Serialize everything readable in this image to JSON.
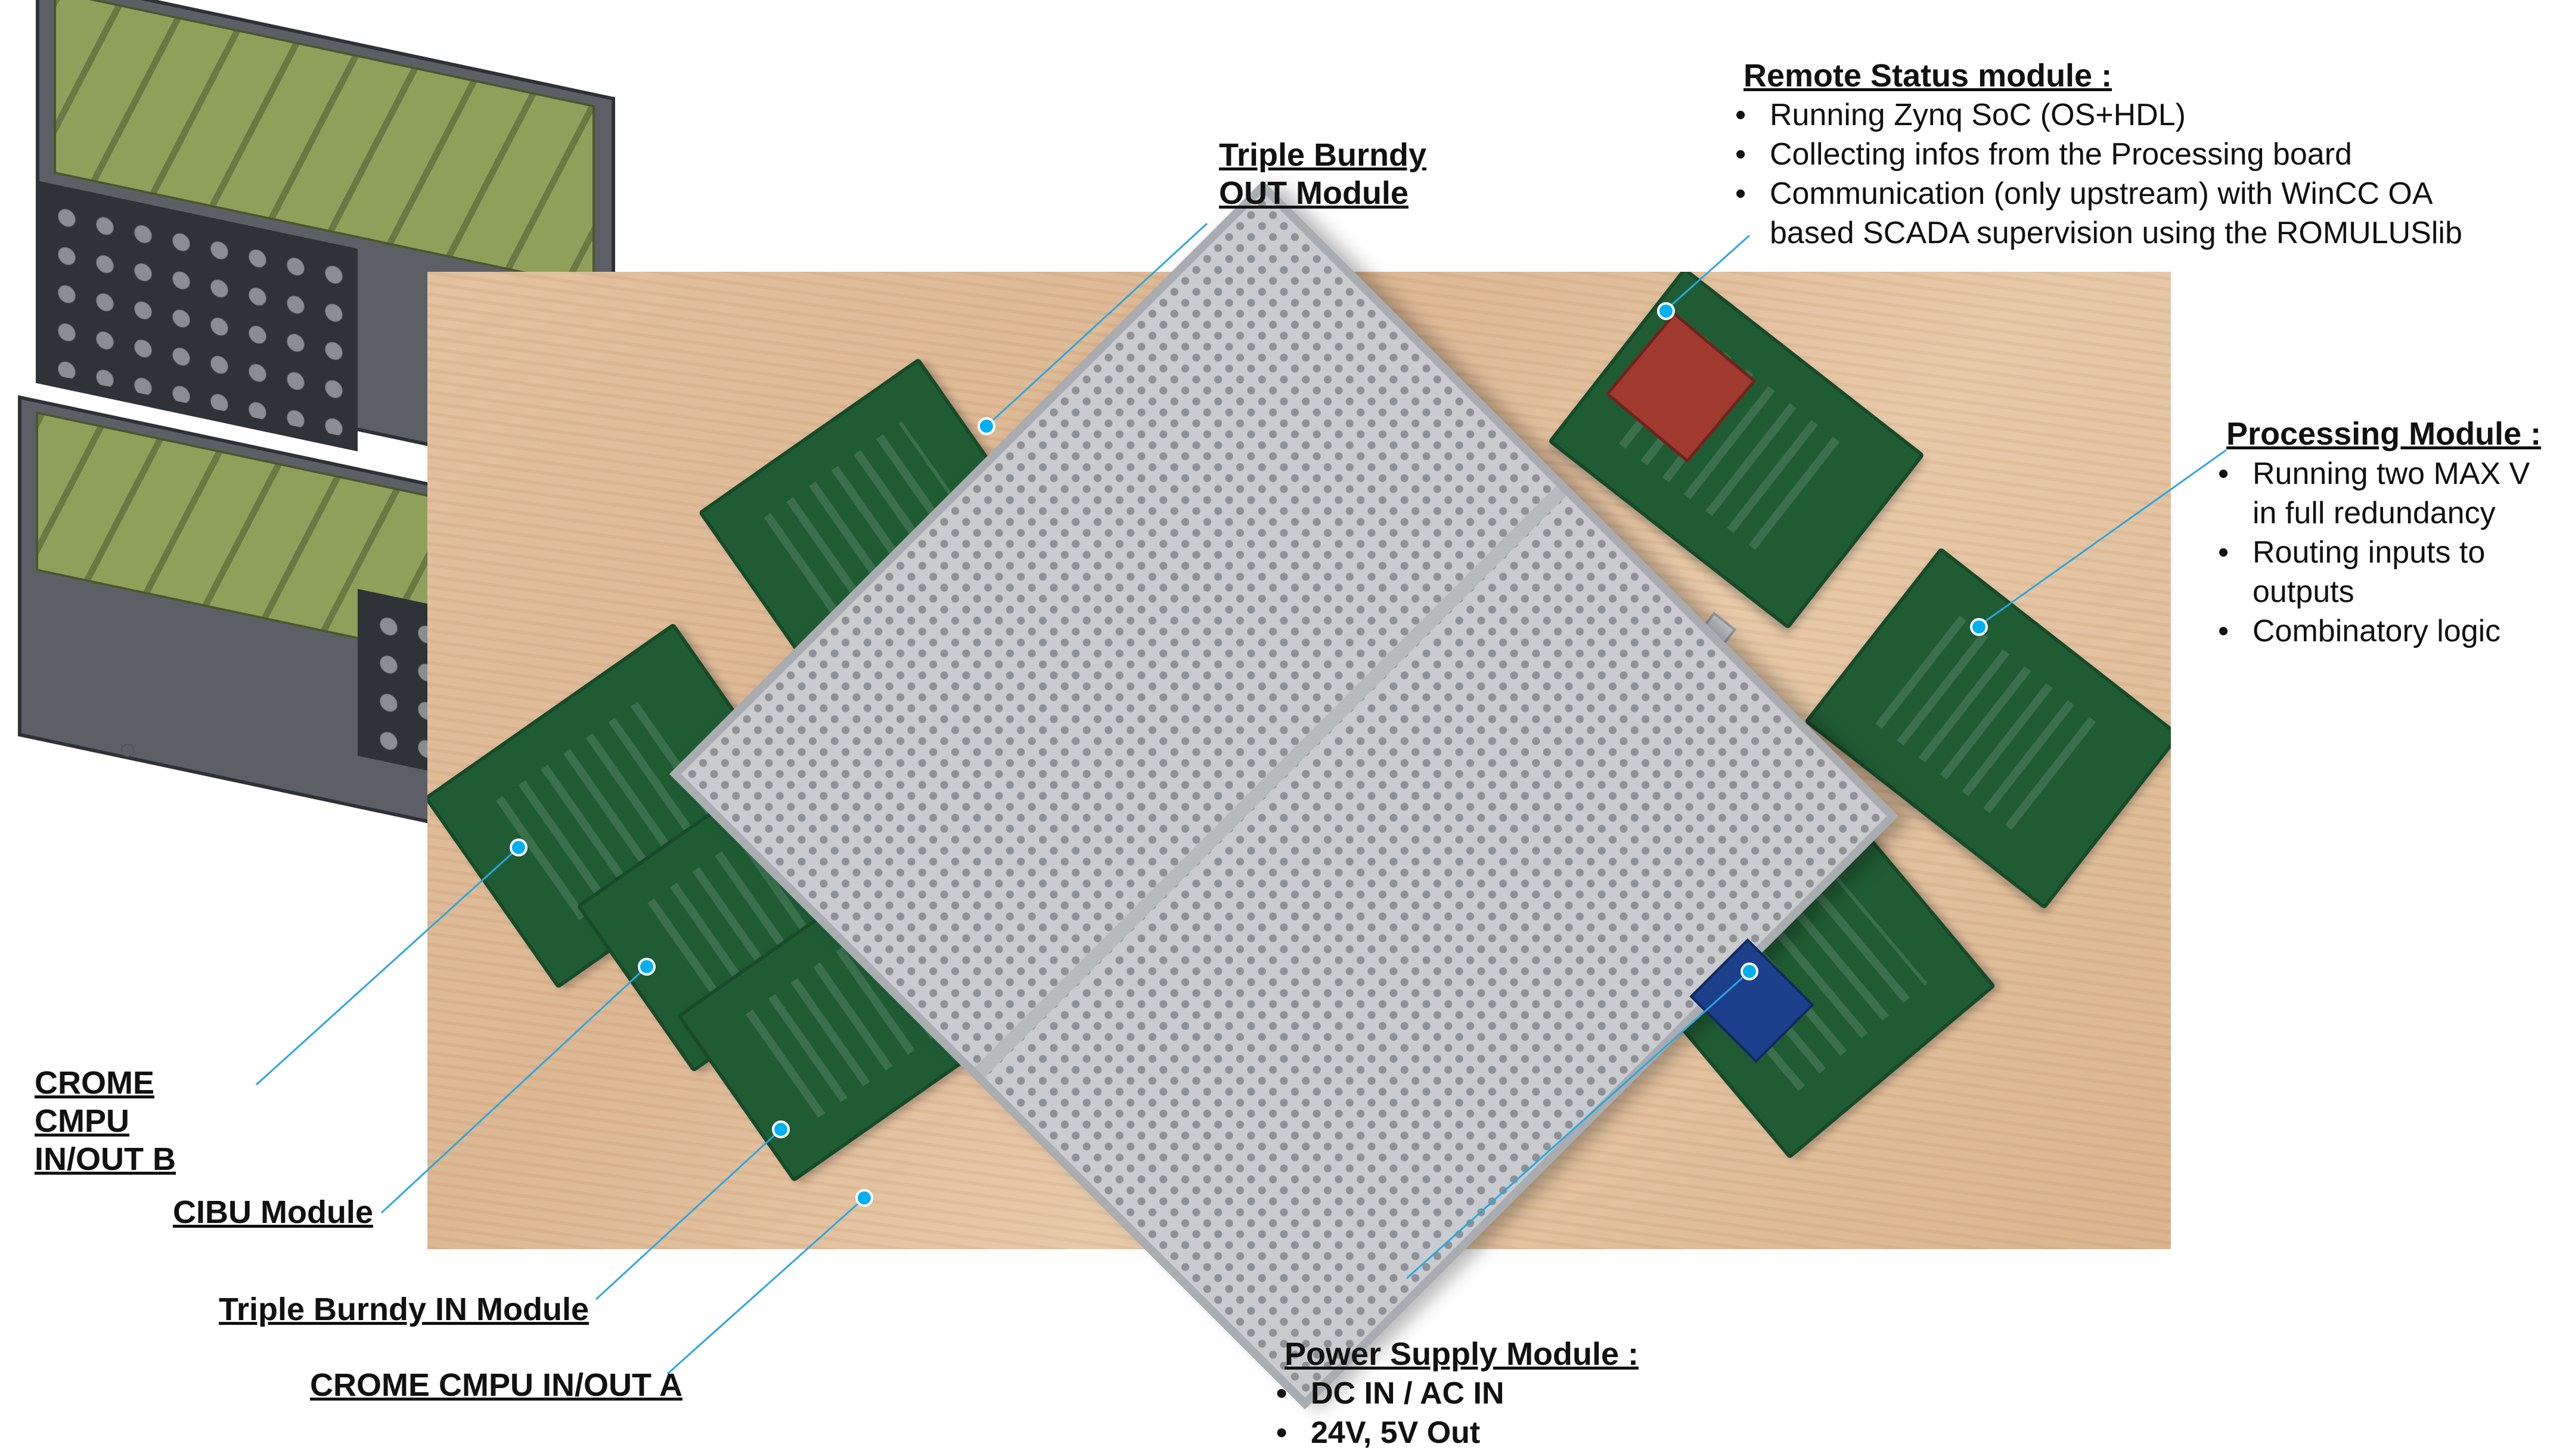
{
  "labels": {
    "remote_status": {
      "title": "Remote Status module :",
      "items": [
        "Running Zynq SoC (OS+HDL)",
        "Collecting infos from the Processing board",
        "Communication (only upstream) with WinCC OA",
        "based SCADA supervision using the ROMULUSlib"
      ]
    },
    "processing": {
      "title": "Processing Module :",
      "items": [
        "Running two MAX V",
        "in full redundancy",
        "Routing inputs to",
        "outputs",
        "Combinatory logic"
      ]
    },
    "triple_burndy_out": {
      "lines": [
        "Triple Burndy",
        "OUT Module"
      ]
    },
    "crome_cmpu_b": {
      "lines": [
        "CROME",
        "CMPU",
        "IN/OUT B"
      ]
    },
    "cibu": {
      "text": "CIBU Module"
    },
    "triple_burndy_in": {
      "text": "Triple Burndy IN Module"
    },
    "crome_cmpu_a": {
      "text": "CROME CMPU IN/OUT A"
    },
    "power_supply": {
      "title": "Power Supply Module :",
      "items": [
        "DC IN / AC IN",
        "24V, 5V Out"
      ]
    }
  },
  "colors": {
    "leader_line": "#2aa7df",
    "marker_dot": "#00b0f0",
    "pcb_green": "#1f5c34",
    "table_wood": "#dcb590"
  }
}
